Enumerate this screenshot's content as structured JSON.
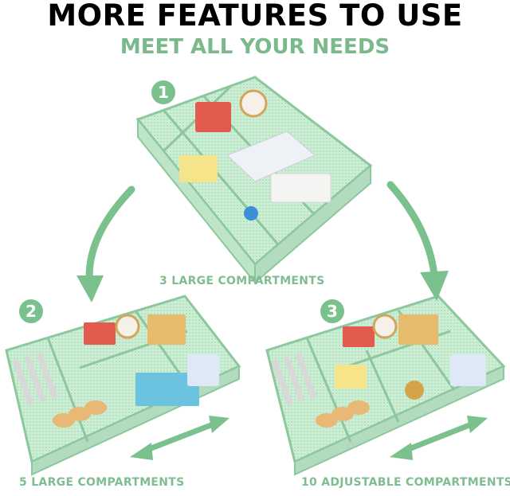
{
  "header": {
    "title": "MORE FEATURES TO USE",
    "subtitle": "MEET ALL YOUR NEEDS"
  },
  "panels": [
    {
      "number": "1",
      "caption": "3 LARGE COMPARTMENTS"
    },
    {
      "number": "2",
      "caption": "5 LARGE COMPARTMENTS"
    },
    {
      "number": "3",
      "caption": "10 ADJUSTABLE COMPARTMENTS"
    }
  ],
  "colors": {
    "accent_green": "#7ac18e",
    "tray_mint": "#c9ead2",
    "tray_edge": "#8cc79d"
  }
}
